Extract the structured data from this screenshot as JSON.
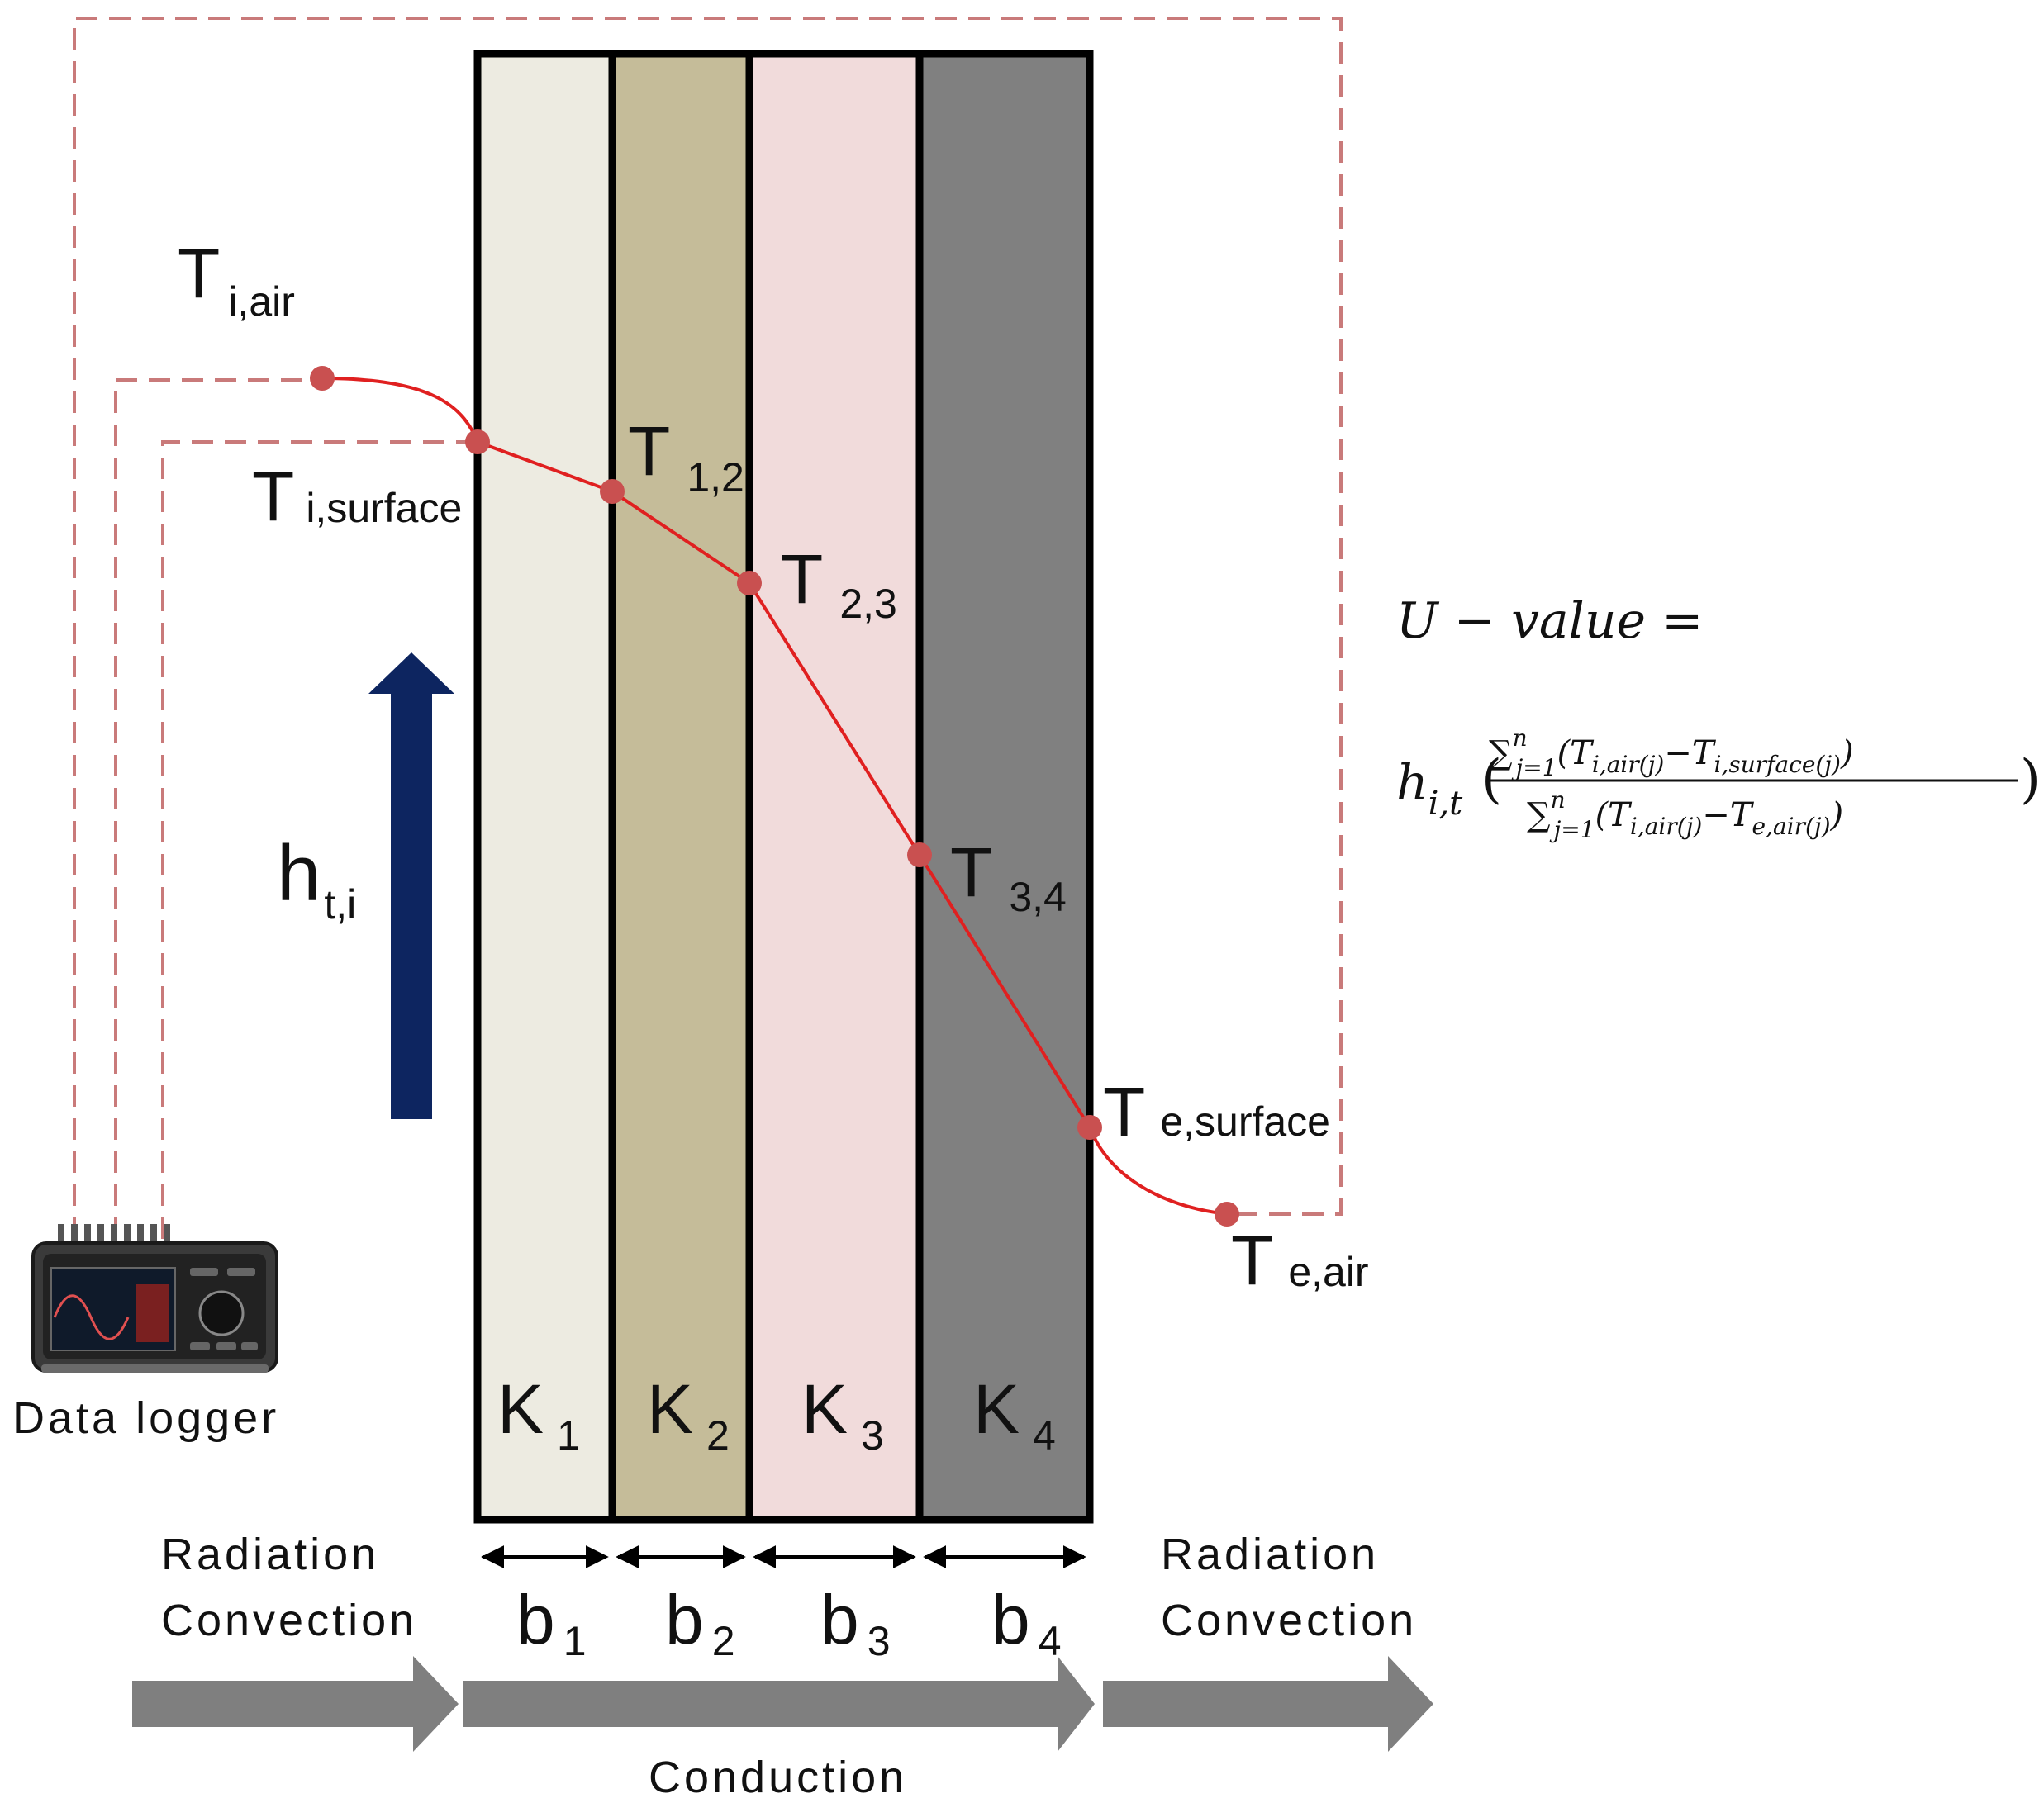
{
  "colors": {
    "wire": "#c97a7a",
    "profile": "#e02020",
    "node": "#c95050",
    "heat_arrow": "#0d2560",
    "flow_arrow": "#7f7f7f",
    "outline": "#000000",
    "layer_1": "#edebe1",
    "layer_2": "#c5bc99",
    "layer_3": "#f1dbdb",
    "layer_4": "#808080"
  },
  "labels": {
    "t_i_air": {
      "main": "T",
      "sub": "i,air"
    },
    "t_i_surface": {
      "main": "T",
      "sub": "i,surface"
    },
    "t_1_2": {
      "main": "T",
      "sub": "1,2"
    },
    "t_2_3": {
      "main": "T",
      "sub": "2,3"
    },
    "t_3_4": {
      "main": "T",
      "sub": "3,4"
    },
    "t_e_surface": {
      "main": "T",
      "sub": "e,surface"
    },
    "t_e_air": {
      "main": "T",
      "sub": "e,air"
    },
    "h_ti": {
      "main": "h",
      "sub": "t,i"
    },
    "data_logger": "Data logger",
    "radiation_left": "Radiation",
    "convection_left": "Convection",
    "radiation_right": "Radiation",
    "convection_right": "Convection",
    "conduction": "Conduction"
  },
  "layers": [
    {
      "k_main": "K",
      "k_sub": "1",
      "b_main": "b",
      "b_sub": "1"
    },
    {
      "k_main": "K",
      "k_sub": "2",
      "b_main": "b",
      "b_sub": "2"
    },
    {
      "k_main": "K",
      "k_sub": "3",
      "b_main": "b",
      "b_sub": "3"
    },
    {
      "k_main": "K",
      "k_sub": "4",
      "b_main": "b",
      "b_sub": "4"
    }
  ],
  "formula": {
    "lhs": "U − value =",
    "coef": "h",
    "coef_sub": "i,t",
    "open_paren": "(",
    "close_paren": ")",
    "num_sum": "∑",
    "num_sup": "n",
    "num_idx": "j=1",
    "num_body": "(T",
    "num_t1_sub": "i,air(j)",
    "num_minus": "−T",
    "num_t2_sub": "i,surface(j)",
    "num_end": ")",
    "den_sum": "∑",
    "den_sup": "n",
    "den_idx": "j=1",
    "den_body": "(T",
    "den_t1_sub": "i,air(j)",
    "den_minus": "−T",
    "den_t2_sub": "e,air(j)",
    "den_end": ")"
  }
}
